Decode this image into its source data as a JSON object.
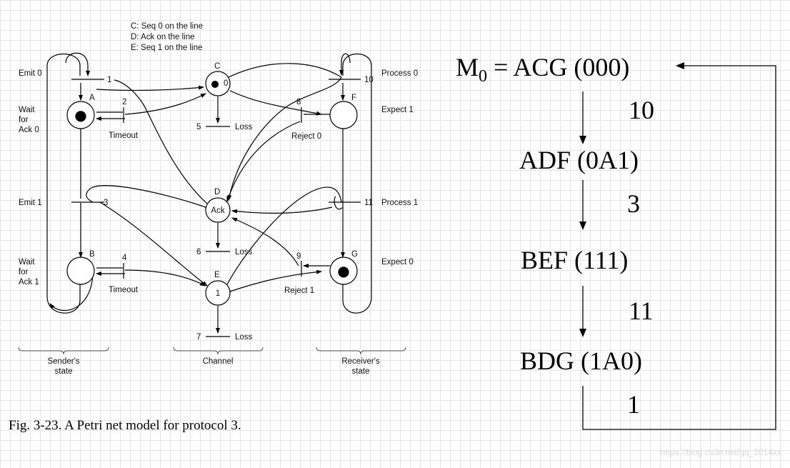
{
  "legend": [
    "C: Seq 0 on the line",
    "D: Ack on the line",
    "E: Seq 1 on the line"
  ],
  "places": [
    {
      "letter": "A",
      "token": "●"
    },
    {
      "letter": "B",
      "token": ""
    },
    {
      "letter": "C",
      "token": "0"
    },
    {
      "letter": "D",
      "token": "Ack"
    },
    {
      "letter": "E",
      "token": "1"
    },
    {
      "letter": "F",
      "token": ""
    },
    {
      "letter": "G",
      "token": "●"
    }
  ],
  "transitions": [
    "1",
    "2",
    "3",
    "4",
    "5",
    "6",
    "7",
    "8",
    "9",
    "10",
    "11"
  ],
  "labels": {
    "emit0": "Emit 0",
    "wait_ack0": [
      "Wait",
      "for",
      "Ack 0"
    ],
    "timeout_a": "Timeout",
    "emit1": "Emit 1",
    "wait_ack1": [
      "Wait",
      "for",
      "Ack 1"
    ],
    "timeout_b": "Timeout",
    "loss5": "Loss",
    "loss6": "Loss",
    "loss7": "Loss",
    "process0": "Process 0",
    "expect1": "Expect 1",
    "reject0": "Reject 0",
    "process1": "Process 1",
    "expect0": "Expect 0",
    "reject1": "Reject 1",
    "senders_state": [
      "Sender's",
      "state"
    ],
    "channel": "Channel",
    "receivers_state": [
      "Receiver's",
      "state"
    ]
  },
  "caption": "Fig. 3-23. A Petri net model for protocol 3.",
  "markings": {
    "m0_base": "M",
    "m0_sub": "0",
    "m0_rest": " = ACG  (000)",
    "adf": "ADF  (0A1)",
    "bef": "BEF  (111)",
    "bdg": "BDG  (1A0)",
    "f1": "10",
    "f2": "3",
    "f3": "11",
    "f4": "1"
  },
  "watermark": "https://blog.csdn.net/qq_2014xx"
}
